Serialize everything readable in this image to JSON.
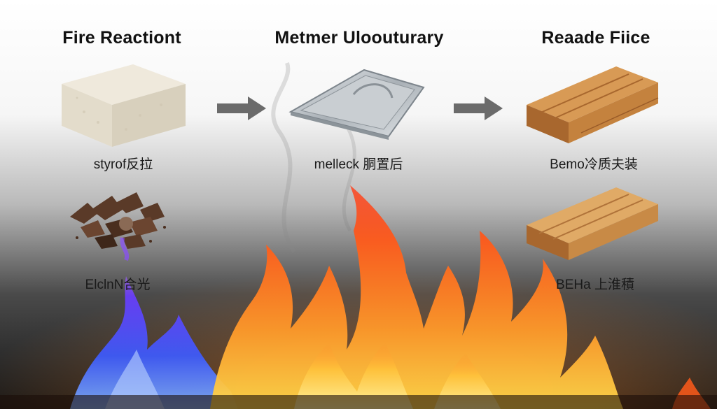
{
  "headings": {
    "left": "Fire Reactiont",
    "middle": "Metmer Uloouturary",
    "right": "Reaade Fiice"
  },
  "captions": {
    "foam": "styrof反拉",
    "tray": "melleck  胴置后",
    "wood_top": "Bemo冷质夫装",
    "debris": "ElclnN合光",
    "wood_bottom": "BEHa 上淮積"
  },
  "colors": {
    "flame_blue": "#3d5bff",
    "flame_orange": "#ff7a1a",
    "flame_yellow": "#ffd23a",
    "arrow_gray": "#6b6b6b",
    "text": "#111111"
  },
  "icons": [
    "styrofoam-block-icon",
    "metal-tray-icon",
    "wood-planks-icon",
    "burnt-debris-icon",
    "arrow-right-icon",
    "flames-icon"
  ]
}
